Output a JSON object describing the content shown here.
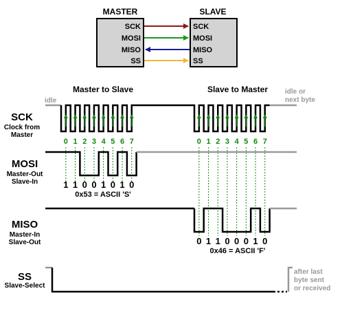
{
  "blocks": {
    "master_title": "MASTER",
    "slave_title": "SLAVE",
    "master_pins": [
      "SCK",
      "MOSI",
      "MISO",
      "SS"
    ],
    "slave_pins": [
      "SCK",
      "MOSI",
      "MISO",
      "SS"
    ]
  },
  "wire_colors": {
    "sck": "#8b1a1a",
    "mosi": "#1a9a1a",
    "miso": "#1a1a9a",
    "ss": "#f5b53a"
  },
  "colors": {
    "block_fill": "#d3d3d3",
    "idle_gray": "#999999",
    "clock_edge": "#118811"
  },
  "phase_labels": {
    "master_to_slave": "Master to Slave",
    "slave_to_master": "Slave to Master"
  },
  "idle_labels": {
    "left": "idle",
    "right": [
      "idle or",
      "next byte"
    ],
    "ss_after": [
      "after last",
      "byte sent",
      "or received"
    ]
  },
  "signals": {
    "sck": {
      "name": "SCK",
      "desc": [
        "Clock from",
        "Master"
      ]
    },
    "mosi": {
      "name": "MOSI",
      "desc": [
        "Master-Out",
        "Slave-In"
      ]
    },
    "miso": {
      "name": "MISO",
      "desc": [
        "Master-In",
        "Slave-Out"
      ]
    },
    "ss": {
      "name": "SS",
      "desc": [
        "Slave-Select"
      ]
    }
  },
  "bit_indices": [
    "0",
    "1",
    "2",
    "3",
    "4",
    "5",
    "6",
    "7"
  ],
  "mosi_bits": [
    1,
    1,
    0,
    0,
    1,
    0,
    1,
    0
  ],
  "mosi_bits_text": [
    "1",
    "1",
    "0",
    "0",
    "1",
    "0",
    "1",
    "0"
  ],
  "mosi_caption": "0x53 = ASCII 'S'",
  "miso_bits": [
    0,
    1,
    1,
    0,
    0,
    0,
    1,
    0
  ],
  "miso_bits_text": [
    "0",
    "1",
    "1",
    "0",
    "0",
    "0",
    "1",
    "0"
  ],
  "miso_caption": "0x46 = ASCII 'F'"
}
